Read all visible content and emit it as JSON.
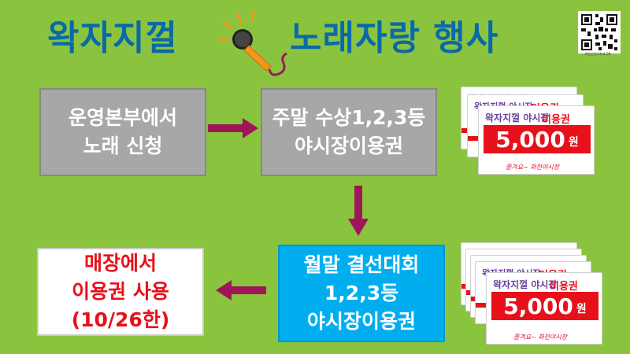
{
  "title": {
    "left": "왁자지껄",
    "right": "노래자랑 행사"
  },
  "qr_caption": "화천산천어축제 QR",
  "boxes": {
    "hq": {
      "line1": "운영본부에서",
      "line2": "노래 신청"
    },
    "weekend": {
      "line1": "주말 수상1,2,3등",
      "line2": "야시장이용권"
    },
    "monthly": {
      "line1": "월말 결선대회",
      "line2": "1,2,3등",
      "line3": "야시장이용권"
    },
    "store": {
      "line1": "매장에서",
      "line2": "이용권 사용",
      "line3": "(10/26한)"
    }
  },
  "ticket": {
    "logo": "왁자지껄 야시장",
    "label": "이용권",
    "amount": "5,000",
    "unit": "원",
    "footer": "즐겨요~ 화천야시장"
  },
  "colors": {
    "background": "#8ac43f",
    "title": "#0a6aa8",
    "gray_box": "#a7a7a7",
    "blue_box": "#00aeef",
    "red_text": "#e8101a",
    "arrow": "#a0155a"
  }
}
